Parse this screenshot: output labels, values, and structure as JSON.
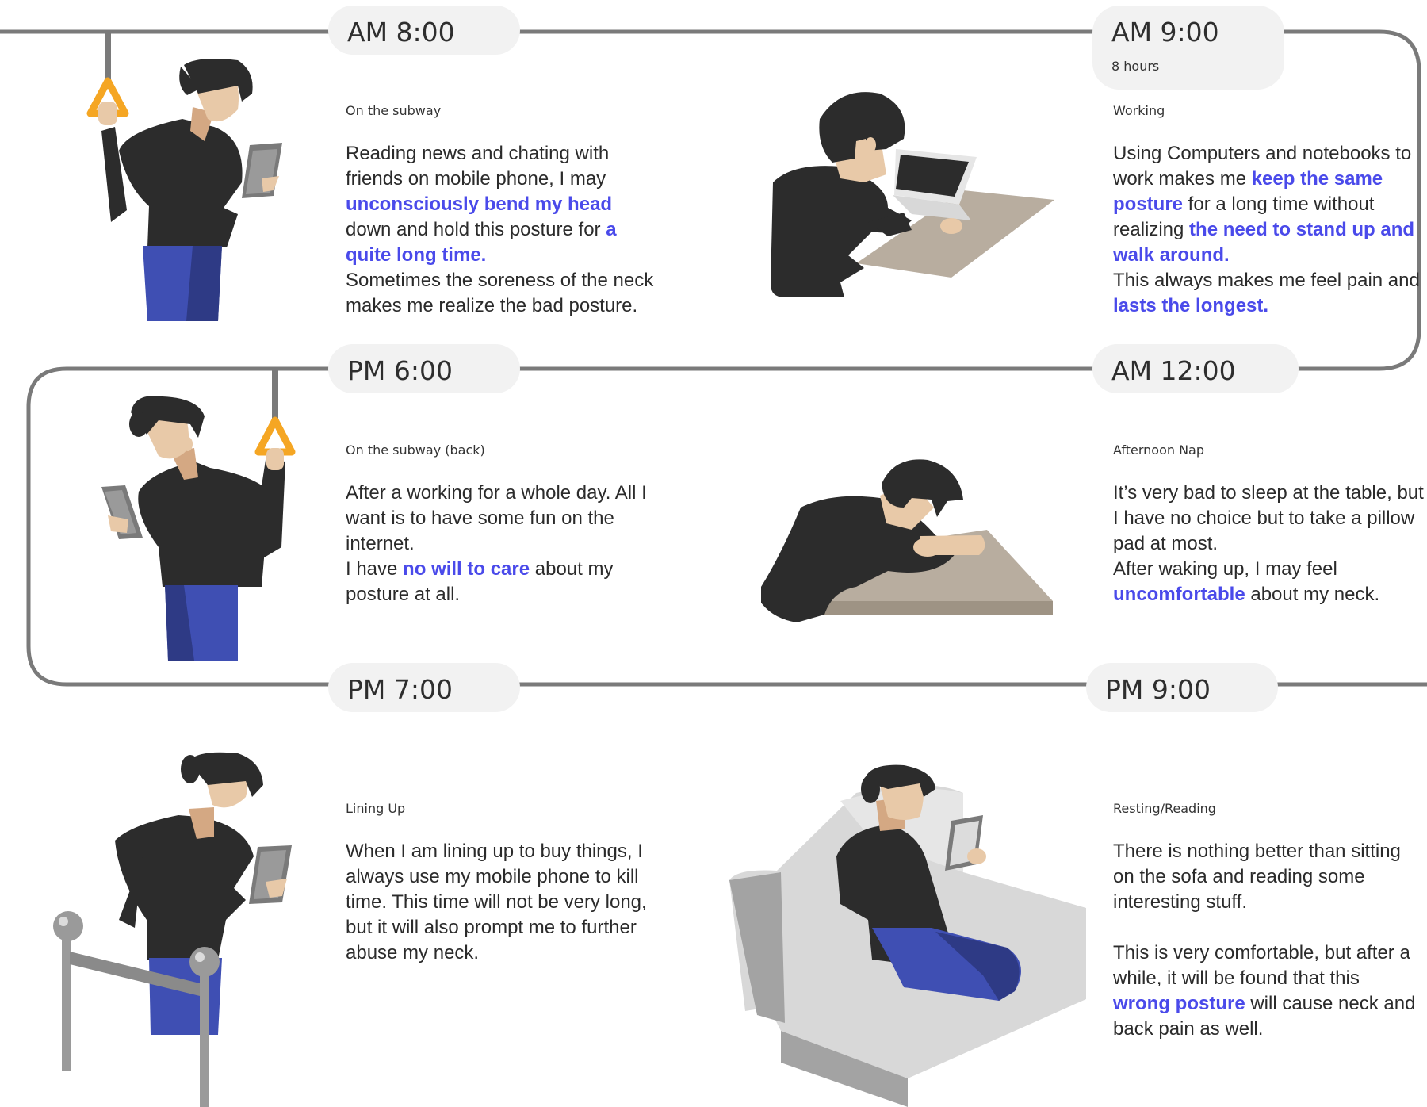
{
  "colors": {
    "accent": "#4a4aea",
    "line": "#7a7a7a",
    "pill_bg": "#f2f2f2",
    "skin": "#e8c9a8",
    "shirt": "#2c2c2c",
    "pants": "#3f4fb3",
    "handle": "#f5a623",
    "table": "#b8ad9f",
    "sofa": "#d8d8d8"
  },
  "events": [
    {
      "time": "AM 8:00",
      "label": "On the subway",
      "icon": "subway-standing-phone-icon",
      "paragraphs": [
        [
          {
            "t": "Reading news and chating with friends on mobile phone, I may ",
            "hl": false
          },
          {
            "t": "unconsciously bend my head",
            "hl": true
          },
          {
            "t": " down and hold this posture for ",
            "hl": false
          },
          {
            "t": "a quite long time.",
            "hl": true
          }
        ],
        [
          {
            "t": "Sometimes the soreness of the neck makes me realize the bad posture.",
            "hl": false
          }
        ]
      ]
    },
    {
      "time": "AM 9:00",
      "duration": "8 hours",
      "label": "Working",
      "icon": "working-laptop-icon",
      "paragraphs": [
        [
          {
            "t": "Using Computers and notebooks to work makes me ",
            "hl": false
          },
          {
            "t": "keep the same posture",
            "hl": true
          },
          {
            "t": " for a long time without realizing ",
            "hl": false
          },
          {
            "t": "the need to stand up and walk around.",
            "hl": true
          }
        ],
        [
          {
            "t": "This always makes me feel pain and ",
            "hl": false
          },
          {
            "t": "lasts the longest.",
            "hl": true
          }
        ]
      ]
    },
    {
      "time": "PM 6:00",
      "label": "On the subway (back)",
      "icon": "subway-back-phone-icon",
      "paragraphs": [
        [
          {
            "t": "After a working for a whole day. All I want is to have some fun on the internet.",
            "hl": false
          }
        ],
        [
          {
            "t": "I have ",
            "hl": false
          },
          {
            "t": "no will to care",
            "hl": true
          },
          {
            "t": " about my posture at all.",
            "hl": false
          }
        ]
      ]
    },
    {
      "time": "AM 12:00",
      "label": "Afternoon Nap",
      "icon": "nap-on-table-icon",
      "paragraphs": [
        [
          {
            "t": "It’s very bad to sleep at the table, but I have no choice but to take a pillow pad at most.",
            "hl": false
          }
        ],
        [
          {
            "t": "After waking up, I may feel ",
            "hl": false
          },
          {
            "t": "uncomfortable",
            "hl": true
          },
          {
            "t": " about my neck.",
            "hl": false
          }
        ]
      ]
    },
    {
      "time": "PM 7:00",
      "label": "Lining Up",
      "icon": "queue-phone-icon",
      "paragraphs": [
        [
          {
            "t": "When I am lining up to buy things, I always use my mobile phone to kill time. This time will not be very long, but it will also prompt me to further abuse my neck.",
            "hl": false
          }
        ]
      ]
    },
    {
      "time": "PM 9:00",
      "label": "Resting/Reading",
      "icon": "sofa-reading-icon",
      "paragraphs": [
        [
          {
            "t": "There is nothing better than sitting on the sofa and reading some interesting stuff.",
            "hl": false
          }
        ],
        [],
        [
          {
            "t": "This is very comfortable, but after a while, it will be found that this ",
            "hl": false
          },
          {
            "t": "wrong posture",
            "hl": true
          },
          {
            "t": " will cause neck and back pain as well.",
            "hl": false
          }
        ]
      ]
    }
  ]
}
